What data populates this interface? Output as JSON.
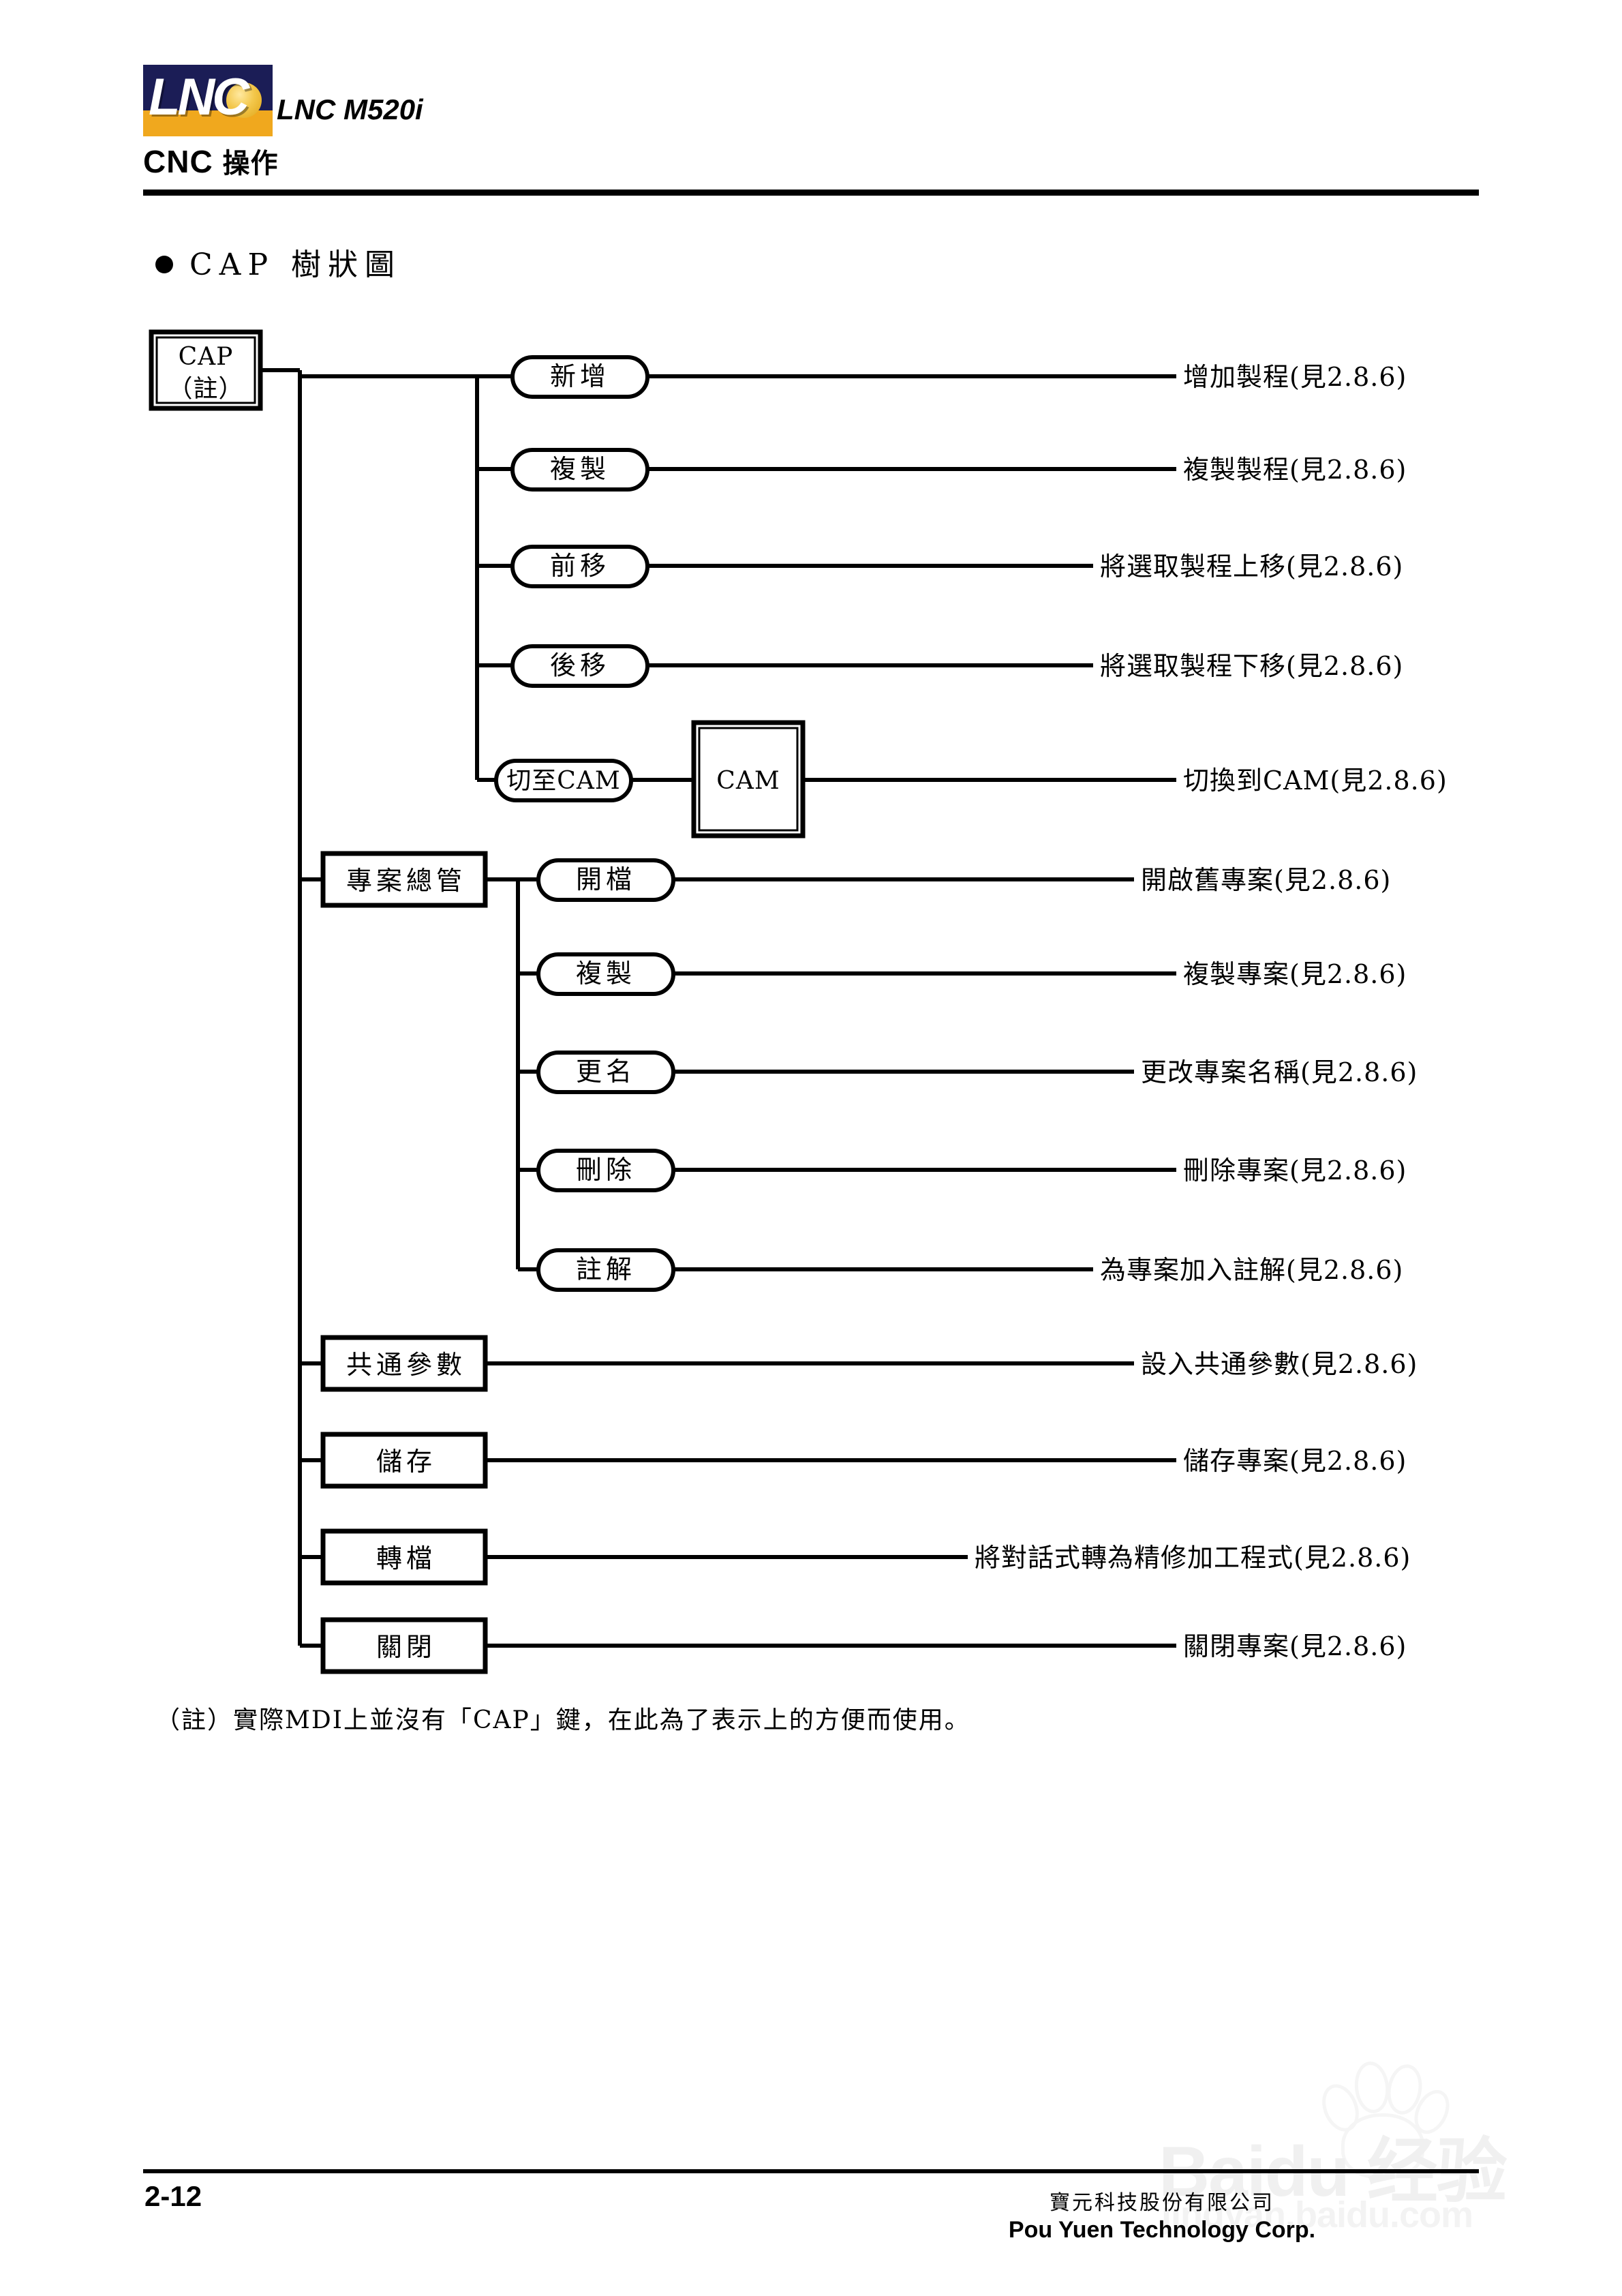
{
  "header": {
    "logo_text": "LNC",
    "model": "LNC M520i",
    "subtitle_en": "CNC",
    "subtitle_cn": "操作"
  },
  "section": {
    "title": "CAP 樹狀圖"
  },
  "diagram": {
    "root": {
      "line1": "CAP",
      "line2": "（註）"
    },
    "cam_box": "CAM",
    "branches": [
      {
        "node": "新增",
        "shape": "pill",
        "desc": "增加製程(見2.8.6)"
      },
      {
        "node": "複製",
        "shape": "pill",
        "desc": "複製製程(見2.8.6)"
      },
      {
        "node": "前移",
        "shape": "pill",
        "desc": "將選取製程上移(見2.8.6)"
      },
      {
        "node": "後移",
        "shape": "pill",
        "desc": "將選取製程下移(見2.8.6)"
      },
      {
        "node": "切至CAM",
        "shape": "pill",
        "desc": "切換到CAM(見2.8.6)"
      },
      {
        "node": "專案總管",
        "shape": "rect",
        "desc": ""
      },
      {
        "node": "開檔",
        "shape": "pill",
        "desc": "開啟舊專案(見2.8.6)"
      },
      {
        "node": "複製",
        "shape": "pill",
        "desc": "複製專案(見2.8.6)"
      },
      {
        "node": "更名",
        "shape": "pill",
        "desc": "更改專案名稱(見2.8.6)"
      },
      {
        "node": "刪除",
        "shape": "pill",
        "desc": "刪除專案(見2.8.6)"
      },
      {
        "node": "註解",
        "shape": "pill",
        "desc": "為專案加入註解(見2.8.6)"
      },
      {
        "node": "共通參數",
        "shape": "rect",
        "desc": "設入共通參數(見2.8.6)"
      },
      {
        "node": "儲存",
        "shape": "rect",
        "desc": "儲存專案(見2.8.6)"
      },
      {
        "node": "轉檔",
        "shape": "rect",
        "desc": "將對話式轉為精修加工程式(見2.8.6)"
      },
      {
        "node": "關閉",
        "shape": "rect",
        "desc": "關閉專案(見2.8.6)"
      }
    ]
  },
  "footnote": "（註）實際MDI上並沒有「CAP」鍵，在此為了表示上的方便而使用。",
  "watermark": {
    "brand": "Baidu 经验",
    "url": "jingyan.baidu.com"
  },
  "footer": {
    "page_number": "2-12",
    "company_cn": "寶元科技股份有限公司",
    "company_en": "Pou Yuen Technology Corp."
  }
}
